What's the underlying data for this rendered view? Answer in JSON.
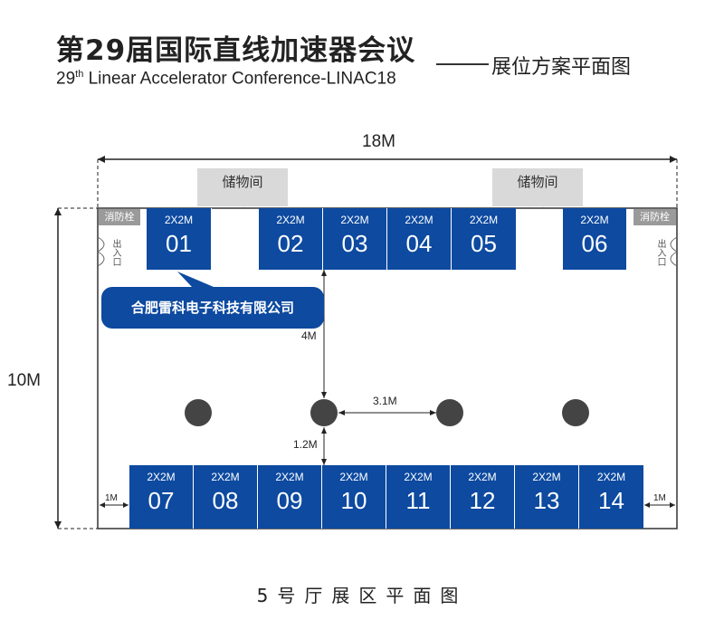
{
  "header": {
    "title_zh": "第29届国际直线加速器会议",
    "title_en_prefix": "29",
    "title_en_sup": "th",
    "title_en_rest": " Linear Accelerator Conference-LINAC18",
    "subtitle": "展位方案平面图"
  },
  "dimensions": {
    "width": "18M",
    "height": "10M",
    "aisle_vertical": "4M",
    "pillar_spacing": "3.1M",
    "pillar_to_booth": "1.2M",
    "side_gap_left": "1M",
    "side_gap_right": "1M"
  },
  "storage": [
    {
      "label": "储物间"
    },
    {
      "label": "储物间"
    }
  ],
  "hydrants": [
    {
      "label": "消防栓"
    },
    {
      "label": "消防栓"
    }
  ],
  "side_doors": [
    {
      "label": "出入口"
    },
    {
      "label": "出入口"
    }
  ],
  "top_booths": [
    {
      "size": "2X2M",
      "number": "01"
    },
    {
      "size": "2X2M",
      "number": "02"
    },
    {
      "size": "2X2M",
      "number": "03"
    },
    {
      "size": "2X2M",
      "number": "04"
    },
    {
      "size": "2X2M",
      "number": "05"
    },
    {
      "size": "2X2M",
      "number": "06"
    }
  ],
  "bottom_booths": [
    {
      "size": "2X2M",
      "number": "07"
    },
    {
      "size": "2X2M",
      "number": "08"
    },
    {
      "size": "2X2M",
      "number": "09"
    },
    {
      "size": "2X2M",
      "number": "10"
    },
    {
      "size": "2X2M",
      "number": "11"
    },
    {
      "size": "2X2M",
      "number": "12"
    },
    {
      "size": "2X2M",
      "number": "13"
    },
    {
      "size": "2X2M",
      "number": "14"
    }
  ],
  "callout": {
    "company": "合肥雷科电子科技有限公司"
  },
  "footer": {
    "caption": "5号厅展区平面图"
  },
  "colors": {
    "booth": "#0d4aa0",
    "storage": "#d9d9d9",
    "hydrant": "#9a9a9a",
    "pillar": "#444444"
  }
}
